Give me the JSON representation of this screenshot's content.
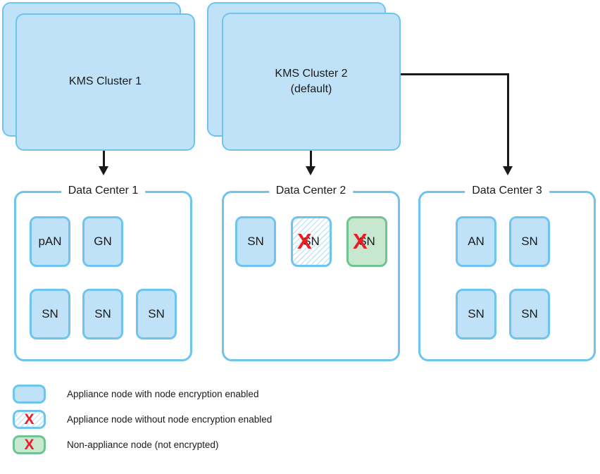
{
  "clusters": [
    {
      "label": "KMS Cluster 1"
    },
    {
      "label": "KMS Cluster 2",
      "sublabel": "(default)"
    }
  ],
  "data_centers": [
    {
      "title": "Data Center 1",
      "nodes": [
        {
          "label": "pAN",
          "type": "appliance-encrypted",
          "crossed": false
        },
        {
          "label": "GN",
          "type": "appliance-encrypted",
          "crossed": false
        },
        {
          "label": "SN",
          "type": "appliance-encrypted",
          "crossed": false
        },
        {
          "label": "SN",
          "type": "appliance-encrypted",
          "crossed": false
        },
        {
          "label": "SN",
          "type": "appliance-encrypted",
          "crossed": false
        }
      ]
    },
    {
      "title": "Data Center 2",
      "nodes": [
        {
          "label": "SN",
          "type": "appliance-encrypted",
          "crossed": false
        },
        {
          "label": "SN",
          "type": "appliance-unencrypted",
          "crossed": true
        },
        {
          "label": "SN",
          "type": "non-appliance",
          "crossed": true
        }
      ]
    },
    {
      "title": "Data Center 3",
      "nodes": [
        {
          "label": "AN",
          "type": "appliance-encrypted",
          "crossed": false
        },
        {
          "label": "SN",
          "type": "appliance-encrypted",
          "crossed": false
        },
        {
          "label": "SN",
          "type": "appliance-encrypted",
          "crossed": false
        },
        {
          "label": "SN",
          "type": "appliance-encrypted",
          "crossed": false
        }
      ]
    }
  ],
  "legend": {
    "items": [
      {
        "swatch": "appliance-encrypted",
        "label": "Appliance node with node encryption enabled"
      },
      {
        "swatch": "appliance-unencrypted",
        "label": "Appliance node without node encryption enabled"
      },
      {
        "swatch": "non-appliance",
        "label": "Non-appliance node (not encrypted)"
      }
    ]
  },
  "symbols": {
    "cross": "X"
  },
  "colors": {
    "appliance_fill": "#bfe2f8",
    "appliance_border": "#6ec4ee",
    "non_appliance_fill": "#c7e8cf",
    "non_appliance_border": "#70c492",
    "hatch_line": "#c9e6f9",
    "cross_red": "#ec1c24",
    "connector": "#1a1a1a"
  }
}
